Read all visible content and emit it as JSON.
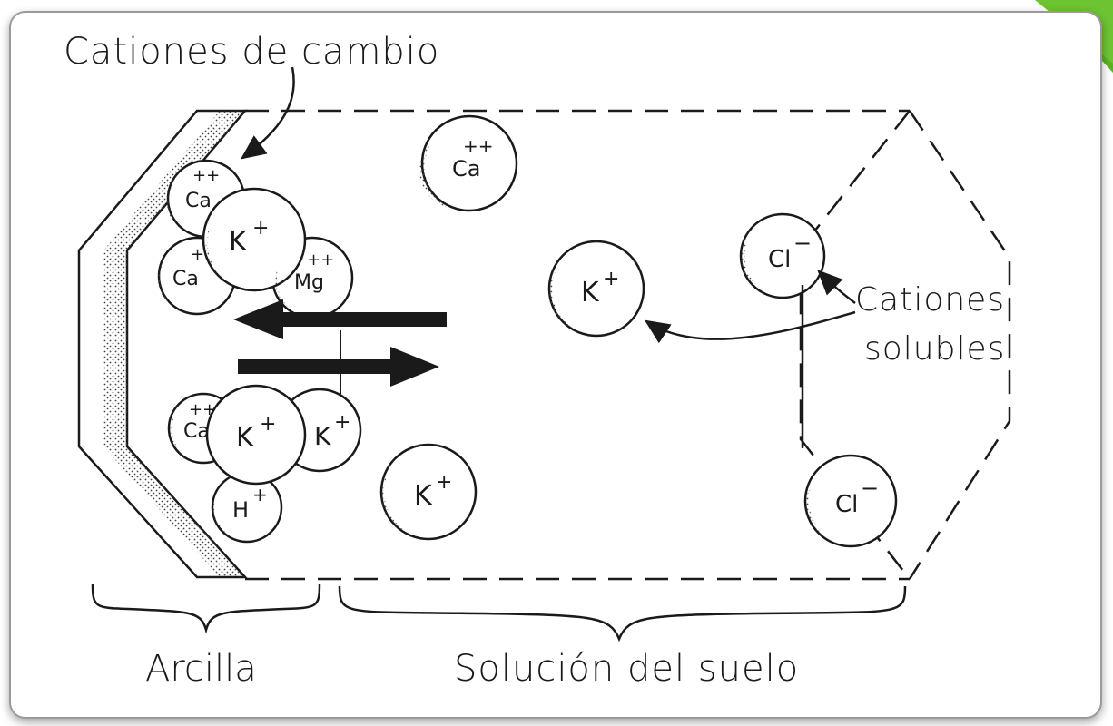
{
  "labels": {
    "exchange_cations": "Cationes de cambio",
    "soluble_cations_line1": "Cationes",
    "soluble_cations_line2": "solubles",
    "clay": "Arcilla",
    "soil_solution": "Solución del suelo"
  },
  "ions": {
    "ca": "Ca",
    "mg": "Mg",
    "k": "K",
    "h": "H",
    "cl": "Cl",
    "plus": "+",
    "double_plus": "++",
    "minus": "−"
  },
  "colors": {
    "accent_green": "#58b324",
    "line": "#1a1a1a"
  }
}
